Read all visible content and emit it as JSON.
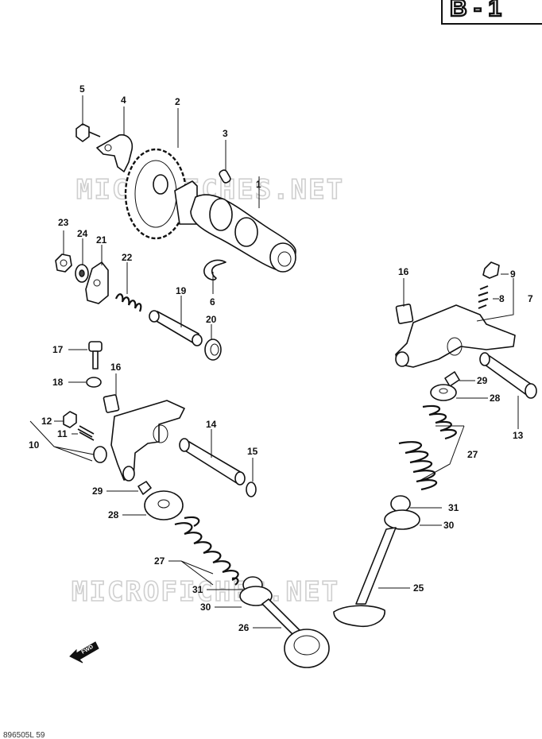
{
  "page_label": "B - 1",
  "watermark": "MICROFICHES.NET",
  "forward_label": "FWD",
  "footer_code": "896505L 59",
  "callouts": [
    {
      "num": "1"
    },
    {
      "num": "2"
    },
    {
      "num": "3"
    },
    {
      "num": "4"
    },
    {
      "num": "5"
    },
    {
      "num": "6"
    },
    {
      "num": "7"
    },
    {
      "num": "8"
    },
    {
      "num": "9"
    },
    {
      "num": "10"
    },
    {
      "num": "11"
    },
    {
      "num": "12"
    },
    {
      "num": "13"
    },
    {
      "num": "14"
    },
    {
      "num": "15"
    },
    {
      "num": "16"
    },
    {
      "num": "16"
    },
    {
      "num": "17"
    },
    {
      "num": "18"
    },
    {
      "num": "19"
    },
    {
      "num": "20"
    },
    {
      "num": "21"
    },
    {
      "num": "22"
    },
    {
      "num": "23"
    },
    {
      "num": "24"
    },
    {
      "num": "25"
    },
    {
      "num": "26"
    },
    {
      "num": "27"
    },
    {
      "num": "27"
    },
    {
      "num": "28"
    },
    {
      "num": "28"
    },
    {
      "num": "29"
    },
    {
      "num": "29"
    },
    {
      "num": "30"
    },
    {
      "num": "30"
    },
    {
      "num": "31"
    },
    {
      "num": "31"
    }
  ]
}
